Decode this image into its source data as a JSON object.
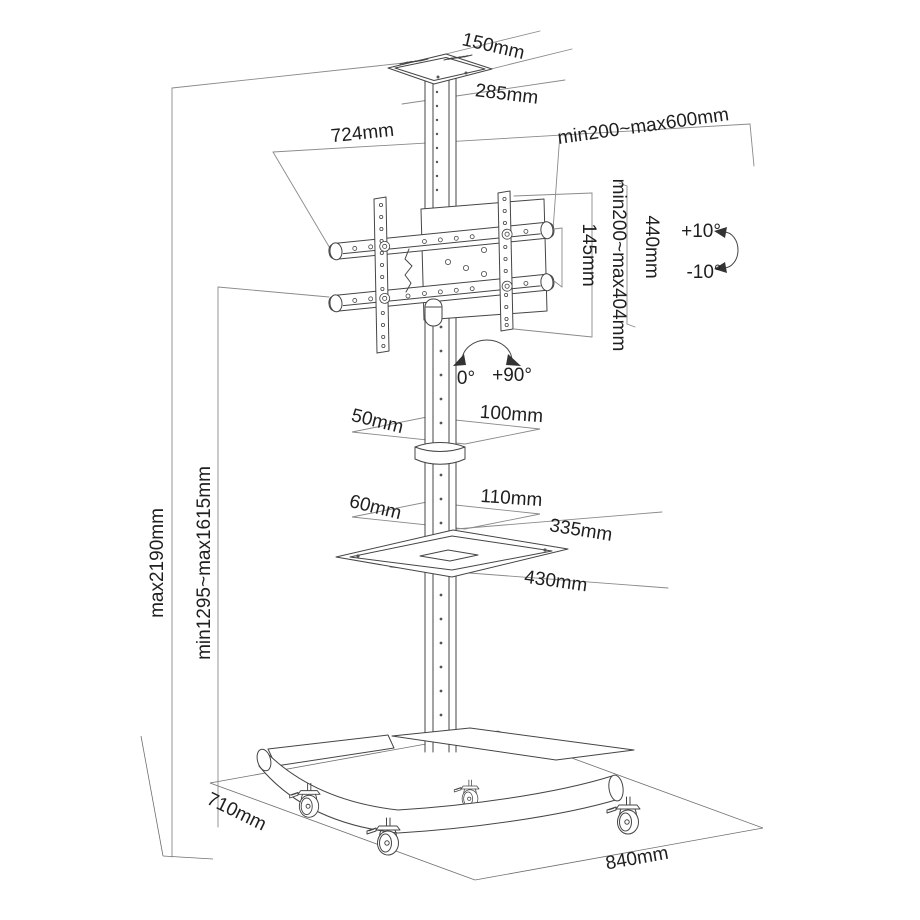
{
  "labels": {
    "top_shelf_depth": "150mm",
    "top_shelf_width": "285mm",
    "bracket_total_width": "724mm",
    "vesa_width_range": "min200~max600mm",
    "bracket_height": "440mm",
    "vesa_height_range": "min200~max404mm",
    "rail_gap": "145mm",
    "tilt_up": "+10°",
    "tilt_down": "-10°",
    "rotate_min": "0°",
    "rotate_max": "+90°",
    "pole_upper_depth": "50mm",
    "pole_upper_width": "100mm",
    "pole_lower_depth": "60mm",
    "pole_lower_width": "110mm",
    "shelf_depth": "335mm",
    "shelf_width": "430mm",
    "max_height": "max2190mm",
    "screen_height_range": "min1295~max1615mm",
    "base_depth": "710mm",
    "base_width": "840mm"
  }
}
